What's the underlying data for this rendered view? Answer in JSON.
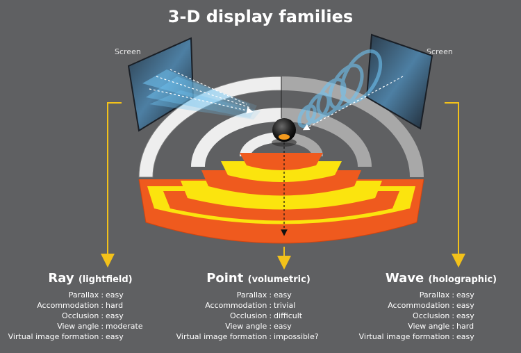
{
  "title": "3-D display families",
  "screen_labels": {
    "left": "Screen",
    "right": "Screen"
  },
  "families": [
    {
      "name": "Ray",
      "qualifier": "(lightfield)",
      "properties": [
        {
          "key": "Parallax",
          "value": "easy"
        },
        {
          "key": "Accommodation",
          "value": "hard"
        },
        {
          "key": "Occlusion",
          "value": "easy"
        },
        {
          "key": "View angle",
          "value": "moderate"
        },
        {
          "key": "Virtual image formation",
          "value": "easy"
        }
      ]
    },
    {
      "name": "Point",
      "qualifier": "(volumetric)",
      "properties": [
        {
          "key": "Parallax",
          "value": "easy"
        },
        {
          "key": "Accommodation",
          "value": "trivial"
        },
        {
          "key": "Occlusion",
          "value": "difficult"
        },
        {
          "key": "View angle",
          "value": "easy"
        },
        {
          "key": "Virtual image formation",
          "value": "impossible?"
        }
      ]
    },
    {
      "name": "Wave",
      "qualifier": "(holographic)",
      "properties": [
        {
          "key": "Parallax",
          "value": "easy"
        },
        {
          "key": "Accommodation",
          "value": "easy"
        },
        {
          "key": "Occlusion",
          "value": "easy"
        },
        {
          "key": "View angle",
          "value": "hard"
        },
        {
          "key": "Virtual image formation",
          "value": "easy"
        }
      ]
    }
  ],
  "colors": {
    "background": "#5f6062",
    "arrow": "#f3c21a",
    "ring_light": "#eeeeee",
    "ring_gray": "#a8a8a8",
    "ring_orange": "#ef5a1e",
    "ring_yellow": "#fbe40e",
    "beam": "#5aaee0"
  }
}
